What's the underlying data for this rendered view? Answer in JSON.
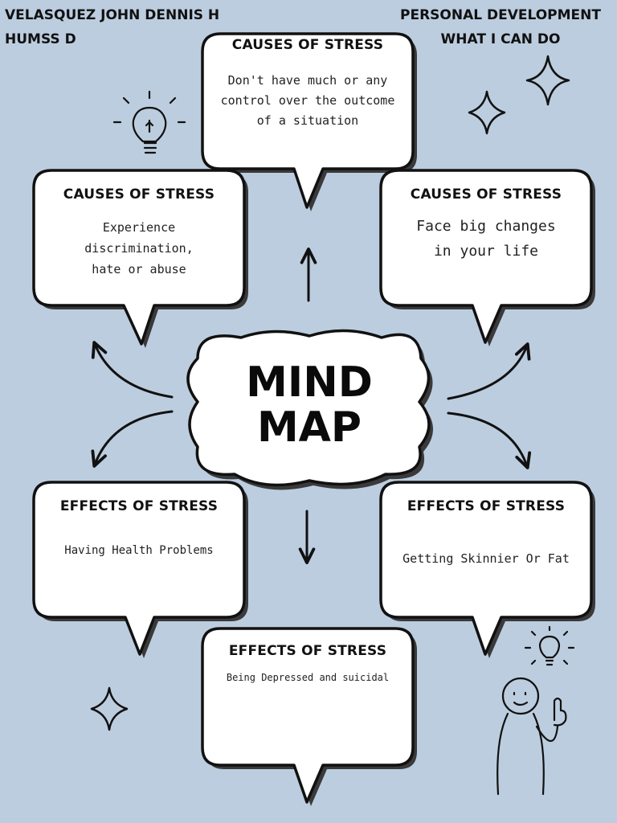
{
  "header": {
    "student_name": "VELASQUEZ JOHN DENNIS H",
    "section": "HUMSS D",
    "subject": "PERSONAL DEVELOPMENT",
    "activity": "WHAT I CAN DO"
  },
  "center": {
    "line1": "MIND",
    "line2": "MAP"
  },
  "causes": [
    {
      "title": "CAUSES OF STRESS",
      "body": "Don't have much or any\ncontrol over the outcome\nof a situation"
    },
    {
      "title": "CAUSES OF STRESS",
      "body": "Experience\ndiscrimination,\nhate or abuse"
    },
    {
      "title": "CAUSES OF STRESS",
      "body": "Face big changes\nin your life"
    }
  ],
  "effects": [
    {
      "title": "EFFECTS OF STRESS",
      "body": "Having Health Problems"
    },
    {
      "title": "EFFECTS OF STRESS",
      "body": "Getting Skinnier Or Fat"
    },
    {
      "title": "EFFECTS OF STRESS",
      "body": "Being Depressed and suicidal"
    }
  ],
  "colors": {
    "background": "#bccddf",
    "bubble_fill": "#ffffff",
    "outline": "#111111",
    "shadow": "#3a3a3a"
  }
}
